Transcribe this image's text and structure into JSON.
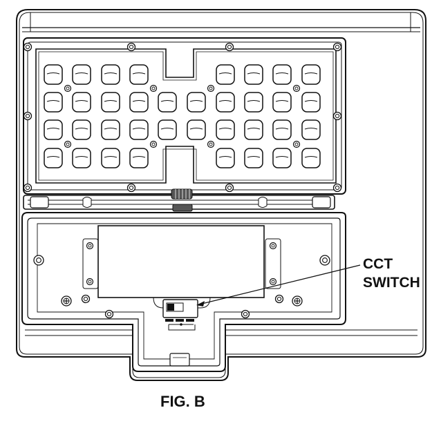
{
  "figure": {
    "caption": "FIG. B",
    "callout": {
      "line1": "CCT",
      "line2": "SWITCH"
    }
  },
  "colors": {
    "ink": "#111111",
    "paper": "#ffffff",
    "shade": "#555555"
  },
  "icons": [
    "screw-icon",
    "ground-screw-icon",
    "slide-switch-icon",
    "hinge-knob-icon"
  ]
}
